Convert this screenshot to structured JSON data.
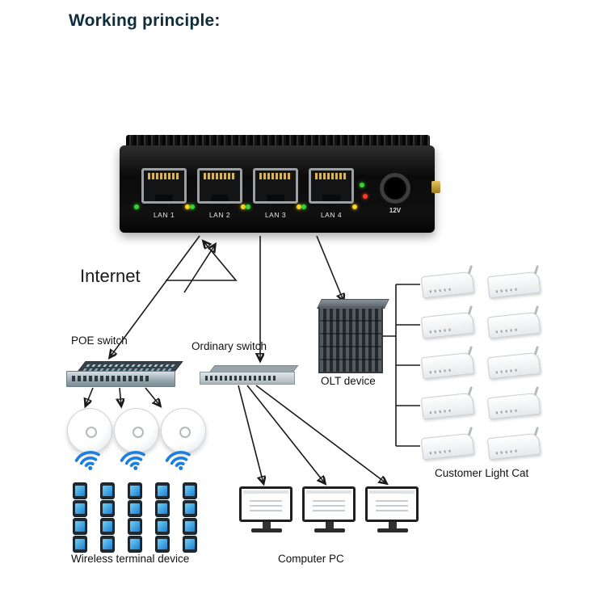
{
  "title": "Working principle:",
  "internet": "Internet",
  "device": {
    "ports": [
      "LAN 1",
      "LAN 2",
      "LAN 3",
      "LAN 4"
    ],
    "power_label": "12V"
  },
  "labels": {
    "poe_switch": "POE switch",
    "ordinary_switch": "Ordinary switch",
    "olt_device": "OLT device",
    "customer_light_cat": "Customer Light Cat",
    "wireless_terminal": "Wireless terminal device",
    "computer_pc": "Computer PC"
  },
  "counts": {
    "routers": 10,
    "access_points": 3,
    "wifi_icons": 3,
    "phones": 20,
    "monitors": 3
  },
  "colors": {
    "title": "#0f2e3c",
    "wifi_blue": "#1b7fe0",
    "led_green": "#35d435",
    "led_yellow": "#ffd21f",
    "led_red": "#ff3b1f",
    "phone_screen": "#2fa8e8"
  }
}
